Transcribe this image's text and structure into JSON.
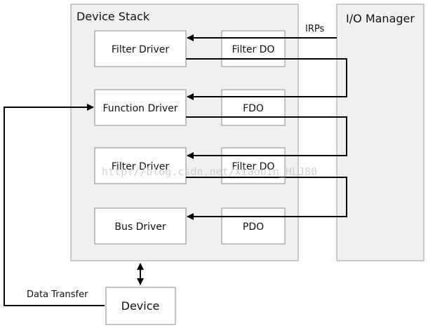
{
  "device_stack": {
    "title": "Device Stack",
    "layers": [
      {
        "driver": "Filter Driver",
        "object": "Filter DO"
      },
      {
        "driver": "Function Driver",
        "object": "FDO"
      },
      {
        "driver": "Filter Driver",
        "object": "Filter DO"
      },
      {
        "driver": "Bus Driver",
        "object": "PDO"
      }
    ]
  },
  "io_manager": {
    "title": "I/O Manager"
  },
  "labels": {
    "irps": "IRPs",
    "data_transfer": "Data Transfer"
  },
  "device": {
    "label": "Device"
  },
  "watermark": "http://blog.csdn.net/xiaobin_HLJ80"
}
